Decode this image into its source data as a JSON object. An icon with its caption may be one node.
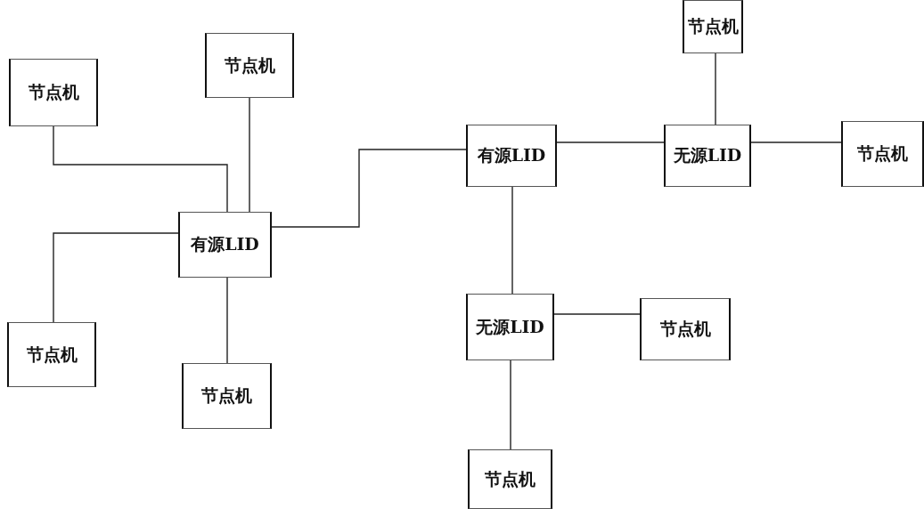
{
  "diagram": {
    "nodes": [
      {
        "text": [
          "节点机"
        ]
      },
      {
        "text": [
          "节点机"
        ]
      },
      {
        "text": [
          "节点机"
        ]
      },
      {
        "text": [
          "有源LID"
        ]
      },
      {
        "text": [
          "无源LID"
        ]
      },
      {
        "text": [
          "节点机"
        ]
      },
      {
        "text": [
          "有源LID"
        ]
      },
      {
        "text": [
          "无源LID"
        ]
      },
      {
        "text": [
          "节点机"
        ]
      },
      {
        "text": [
          "节点机"
        ]
      },
      {
        "text": [
          "节点机"
        ]
      },
      {
        "text": [
          "节点机"
        ]
      }
    ],
    "edges": [
      {
        "from": 2,
        "to": 6,
        "arrow": "none"
      },
      {
        "from": 0,
        "to": 6,
        "arrow": "none"
      },
      {
        "from": 9,
        "to": 6,
        "arrow": "none"
      },
      {
        "from": 6,
        "to": 10,
        "arrow": "none"
      },
      {
        "from": 6,
        "to": 3,
        "arrow": "none"
      },
      {
        "from": 3,
        "to": 4,
        "arrow": "none"
      },
      {
        "from": 1,
        "to": 4,
        "arrow": "none"
      },
      {
        "from": 4,
        "to": 5,
        "arrow": "none"
      },
      {
        "from": 3,
        "to": 7,
        "arrow": "none"
      },
      {
        "from": 7,
        "to": 8,
        "arrow": "none"
      },
      {
        "from": 7,
        "to": 11,
        "arrow": "none"
      }
    ]
  }
}
